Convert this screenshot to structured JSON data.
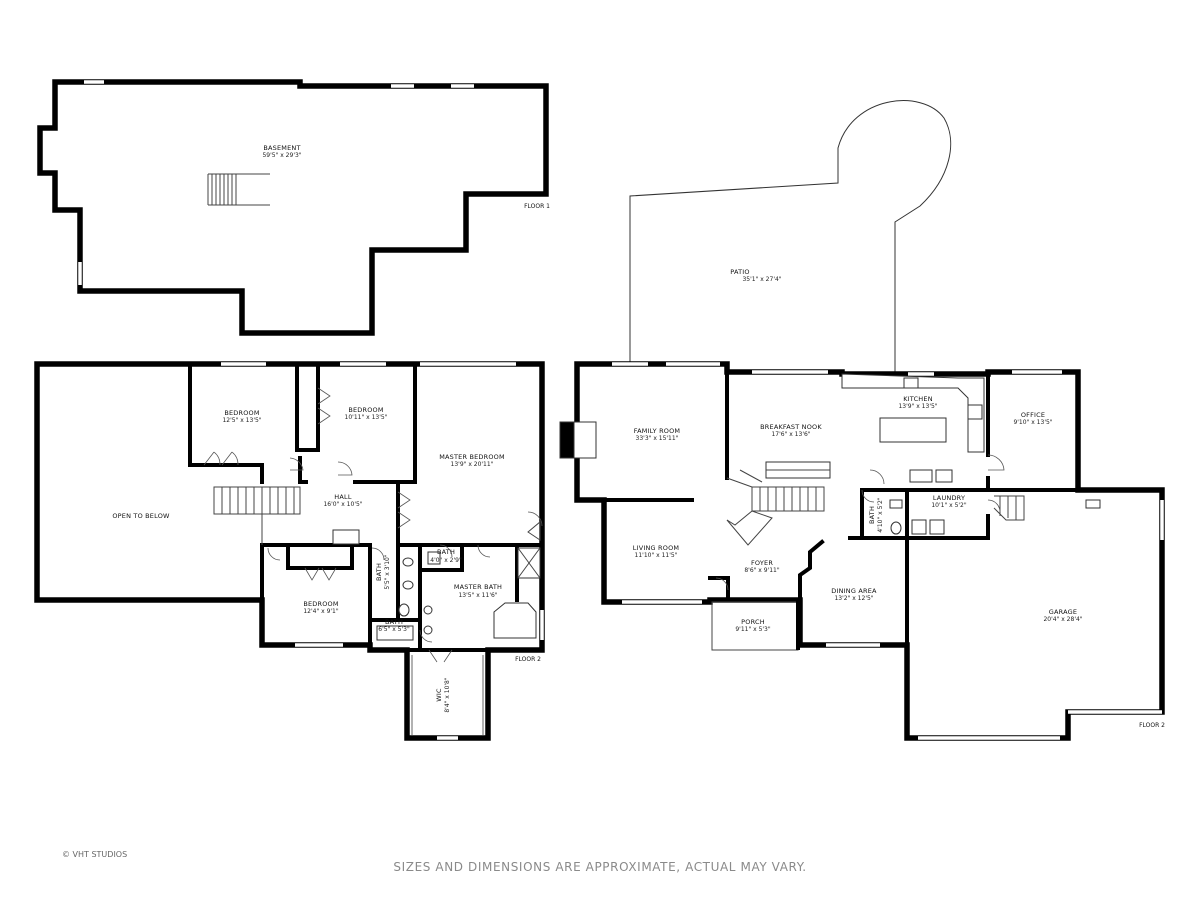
{
  "floor_labels": {
    "floor1": "FLOOR 1",
    "floor2_upper": "FLOOR 2",
    "floor2_main": "FLOOR 2"
  },
  "rooms": {
    "basement": {
      "name": "BASEMENT",
      "dim": "59'5\" x 29'3\""
    },
    "patio": {
      "name": "PATIO",
      "dim": "35'1\" x 27'4\""
    },
    "open_to_below": {
      "name": "OPEN TO BELOW",
      "dim": ""
    },
    "bedroom_1": {
      "name": "BEDROOM",
      "dim": "12'5\" x 13'5\""
    },
    "bedroom_2": {
      "name": "BEDROOM",
      "dim": "10'11\" x 13'5\""
    },
    "master_bedroom": {
      "name": "MASTER BEDROOM",
      "dim": "13'9\" x 20'11\""
    },
    "hall": {
      "name": "HALL",
      "dim": "16'0\" x 10'5\""
    },
    "bedroom_3": {
      "name": "BEDROOM",
      "dim": "12'4\" x 9'1\""
    },
    "bath_vertical": {
      "name": "BATH",
      "dim": "5'5\" x 3'10\""
    },
    "bath_small": {
      "name": "BATH",
      "dim": "4'0\" x 2'9\""
    },
    "bath_lower": {
      "name": "BATH",
      "dim": "6'5\" x 5'3\""
    },
    "master_bath": {
      "name": "MASTER BATH",
      "dim": "13'5\" x 11'6\""
    },
    "wic": {
      "name": "WIC",
      "dim": "8'4\" x 10'8\""
    },
    "family_room": {
      "name": "FAMILY ROOM",
      "dim": "33'3\" x 15'11\""
    },
    "breakfast_nook": {
      "name": "BREAKFAST NOOK",
      "dim": "17'6\" x 13'6\""
    },
    "kitchen": {
      "name": "KITCHEN",
      "dim": "13'9\" x 13'5\""
    },
    "office": {
      "name": "OFFICE",
      "dim": "9'10\" x 13'5\""
    },
    "laundry": {
      "name": "LAUNDRY",
      "dim": "10'1\" x 5'2\""
    },
    "bath_main": {
      "name": "BATH",
      "dim": "4'10\" x 5'2\""
    },
    "living_room": {
      "name": "LIVING ROOM",
      "dim": "11'10\" x 11'5\""
    },
    "foyer": {
      "name": "FOYER",
      "dim": "8'6\" x 9'11\""
    },
    "dining_area": {
      "name": "DINING AREA",
      "dim": "13'2\" x 12'5\""
    },
    "porch": {
      "name": "PORCH",
      "dim": "9'11\" x 5'3\""
    },
    "garage": {
      "name": "GARAGE",
      "dim": "20'4\" x 28'4\""
    }
  },
  "credit": "© VHT STUDIOS",
  "disclaimer": "SIZES AND DIMENSIONS ARE APPROXIMATE, ACTUAL MAY VARY."
}
